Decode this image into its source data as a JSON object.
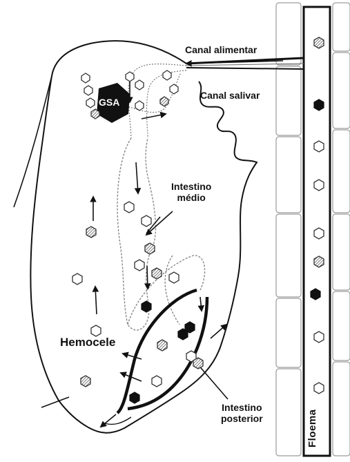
{
  "labels": {
    "canal_alimentar": "Canal alimentar",
    "canal_salivar": "Canal salivar",
    "gsa": "GSA",
    "intestino_medio_line1": "Intestino",
    "intestino_medio_line2": "médio",
    "hemocele": "Hemocele",
    "intestino_posterior_line1": "Intestino",
    "intestino_posterior_line2": "posterior",
    "floema": "Floema"
  },
  "particle_types": [
    "open-hexagon",
    "hatched-hexagon",
    "solid-hexagon"
  ],
  "colors": {
    "ink": "#111111",
    "cell_wall": "#9a9a9a",
    "hatch": "#555555"
  }
}
